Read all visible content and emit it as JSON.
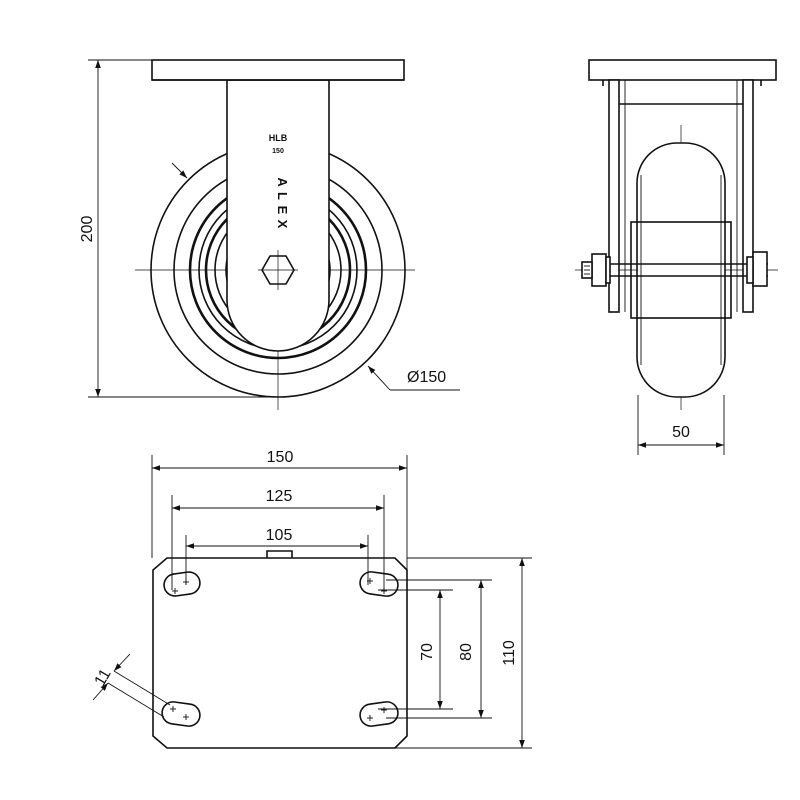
{
  "front_view": {
    "dim_height": "200",
    "dim_wheel_diameter": "Ø150",
    "marking_top": "HLB",
    "marking_mid": "150",
    "brand_letters": [
      "A",
      "L",
      "E",
      "X"
    ]
  },
  "side_view": {
    "dim_wheel_width": "50"
  },
  "plate_view": {
    "dim_plate_width": "150",
    "dim_bolt_spacing_outer": "125",
    "dim_bolt_spacing_inner": "105",
    "dim_slot_spacing_inner": "70",
    "dim_slot_spacing_outer": "80",
    "dim_plate_length": "110",
    "dim_slot_width": "11"
  },
  "colors": {
    "line": "#111111",
    "background": "#ffffff"
  }
}
